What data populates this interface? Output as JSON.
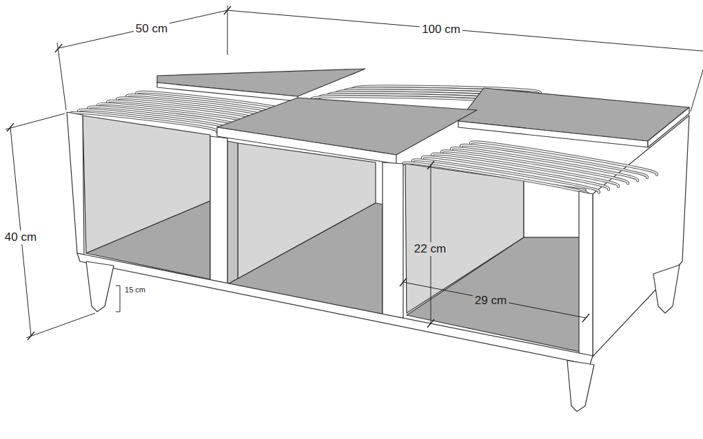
{
  "diagram": {
    "labels": [
      "50 cm",
      "100 cm",
      "40 cm",
      "22 cm",
      "29 cm",
      "15 cm"
    ]
  }
}
